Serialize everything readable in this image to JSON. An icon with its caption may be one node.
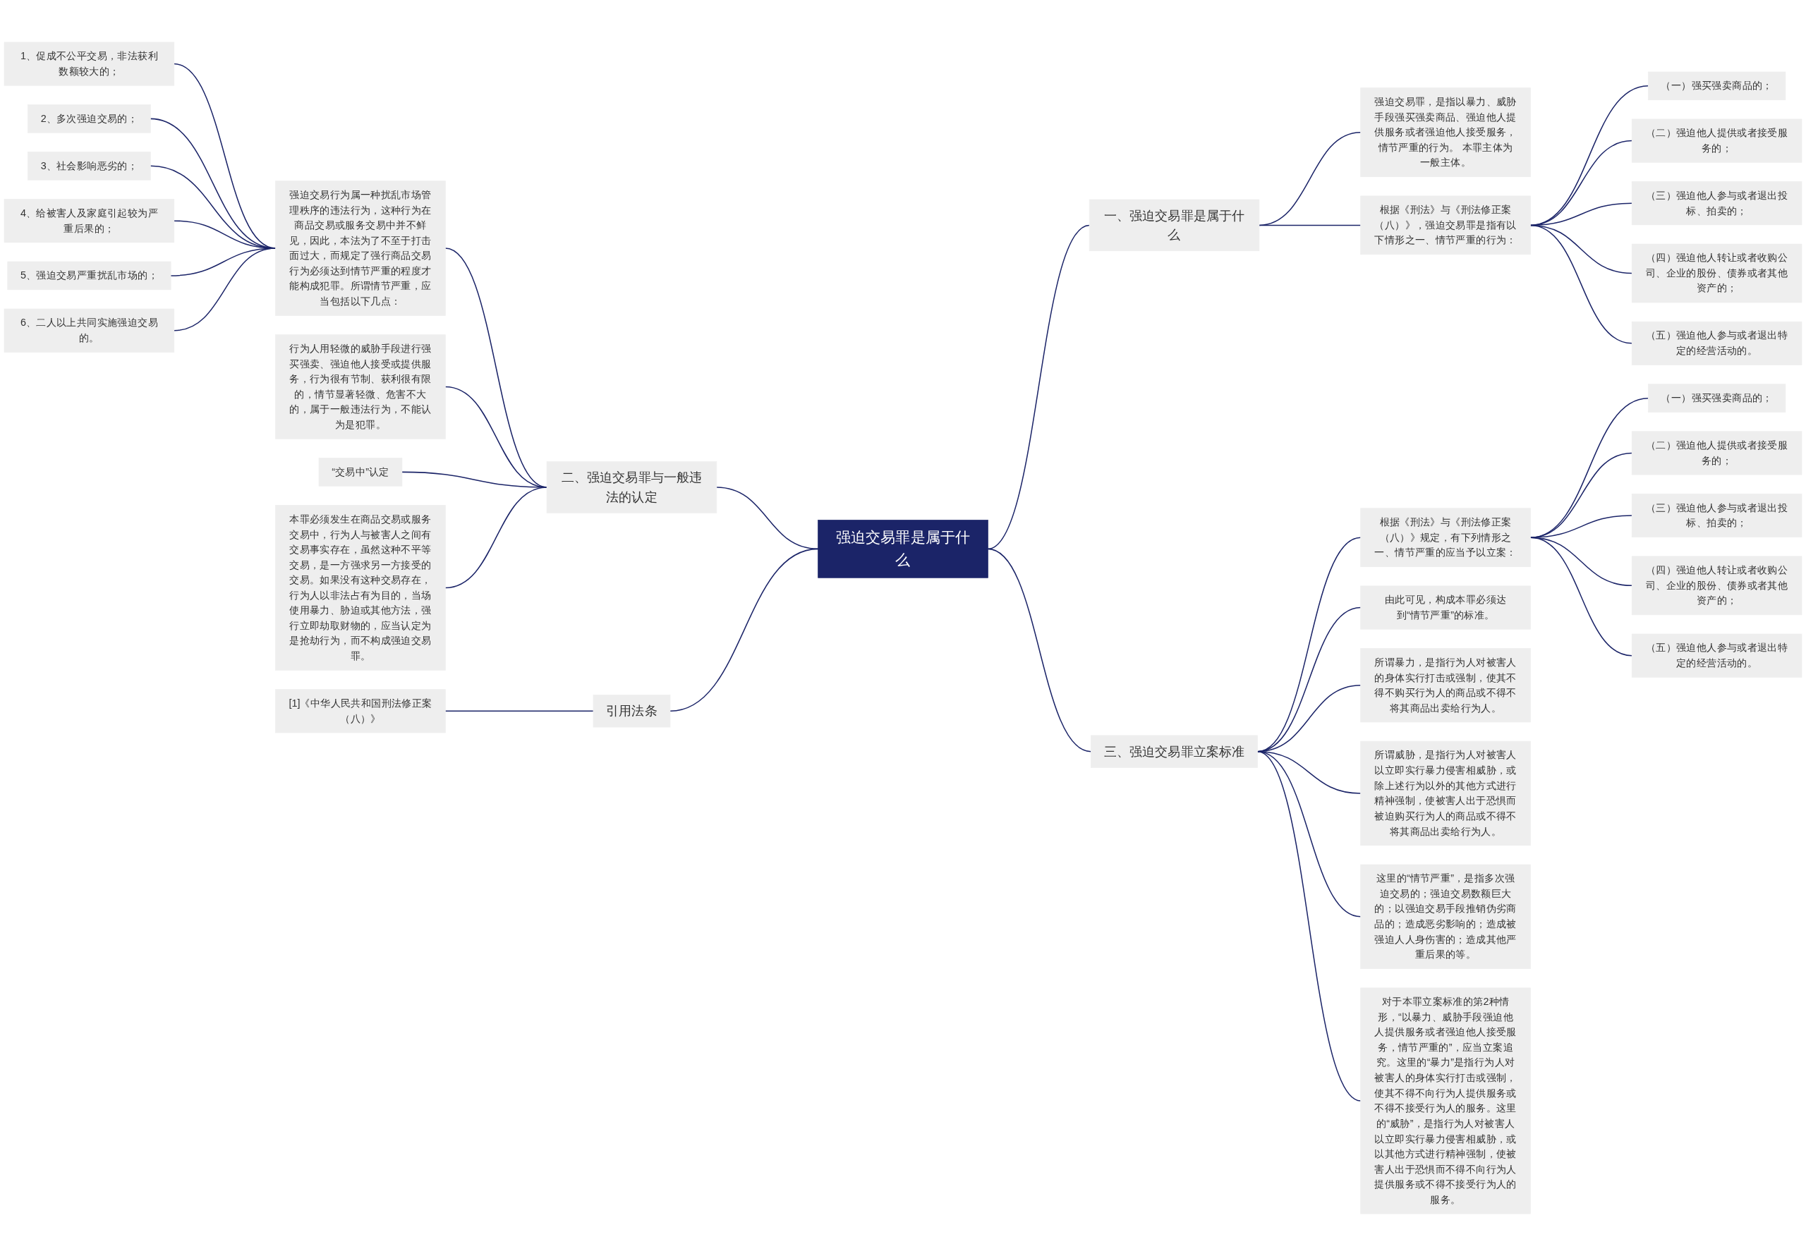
{
  "diagram": {
    "nodes": [
      {
        "text": [
          "强迫交易罪是属于什么"
        ]
      },
      {
        "text": [
          "一、强迫交易罪是属于什么"
        ]
      },
      {
        "text": [
          "强迫交易罪，是指以暴力、威胁手段强买强卖商品、强迫他人提供服务或者强迫他人接受服务，情节严重的行为。 本罪主体为一般主体。"
        ]
      },
      {
        "text": [
          "根据《刑法》与《刑法修正案（八）》，强迫交易罪是指有以下情形之一、情节严重的行为："
        ]
      },
      {
        "text": [
          "（一）强买强卖商品的；"
        ]
      },
      {
        "text": [
          "（二）强迫他人提供或者接受服务的；"
        ]
      },
      {
        "text": [
          "（三）强迫他人参与或者退出投标、拍卖的；"
        ]
      },
      {
        "text": [
          "（四）强迫他人转让或者收购公司、企业的股份、债券或者其他资产的；"
        ]
      },
      {
        "text": [
          "（五）强迫他人参与或者退出特定的经营活动的。"
        ]
      },
      {
        "text": [
          "二、强迫交易罪与一般违法的认定"
        ]
      },
      {
        "text": [
          "强迫交易行为属一种扰乱市场管理秩序的违法行为，这种行为在商品交易或服务交易中并不鲜见，因此，本法为了不至于打击面过大，而规定了强行商品交易行为必须达到情节严重的程度才能构成犯罪。所谓情节严重，应当包括以下几点："
        ]
      },
      {
        "text": [
          "1、促成不公平交易，非法获利数额较大的；"
        ]
      },
      {
        "text": [
          "2、多次强迫交易的；"
        ]
      },
      {
        "text": [
          "3、社会影响恶劣的；"
        ]
      },
      {
        "text": [
          "4、给被害人及家庭引起较为严重后果的；"
        ]
      },
      {
        "text": [
          "5、强迫交易严重扰乱市场的；"
        ]
      },
      {
        "text": [
          "6、二人以上共同实施强迫交易的。"
        ]
      },
      {
        "text": [
          "行为人用轻微的威胁手段进行强买强卖、强迫他人接受或提供服务，行为很有节制、获利很有限的，情节显著轻微、危害不大的，属于一般违法行为，不能认为是犯罪。"
        ]
      },
      {
        "text": [
          "“交易中”认定"
        ]
      },
      {
        "text": [
          "本罪必须发生在商品交易或服务交易中，行为人与被害人之间有交易事实存在，虽然这种不平等交易，是一方强求另一方接受的交易。如果没有这种交易存在，行为人以非法占有为目的，当场使用暴力、胁迫或其他方法，强行立即劫取财物的，应当认定为是抢劫行为，而不构成强迫交易罪。"
        ]
      },
      {
        "text": [
          "引用法条"
        ]
      },
      {
        "text": [
          "[1]《中华人民共和国刑法修正案（八）》"
        ]
      },
      {
        "text": [
          "三、强迫交易罪立案标准"
        ]
      },
      {
        "text": [
          "根据《刑法》与《刑法修正案（八）》规定，有下列情形之一、情节严重的应当予以立案："
        ]
      },
      {
        "text": [
          "（一）强买强卖商品的；"
        ]
      },
      {
        "text": [
          "（二）强迫他人提供或者接受服务的；"
        ]
      },
      {
        "text": [
          "（三）强迫他人参与或者退出投标、拍卖的；"
        ]
      },
      {
        "text": [
          "（四）强迫他人转让或者收购公司、企业的股份、债券或者其他资产的；"
        ]
      },
      {
        "text": [
          "（五）强迫他人参与或者退出特定的经营活动的。"
        ]
      },
      {
        "text": [
          "由此可见，构成本罪必须达到“情节严重”的标准。"
        ]
      },
      {
        "text": [
          "所谓暴力，是指行为人对被害人的身体实行打击或强制，使其不得不购买行为人的商品或不得不将其商品出卖给行为人。"
        ]
      },
      {
        "text": [
          "所谓威胁，是指行为人对被害人以立即实行暴力侵害相威胁，或除上述行为以外的其他方式进行精神强制，使被害人出于恐惧而被迫购买行为人的商品或不得不将其商品出卖给行为人。"
        ]
      },
      {
        "text": [
          "这里的“情节严重”，是指多次强迫交易的；强迫交易数额巨大的；以强迫交易手段推销伪劣商品的；造成恶劣影响的；造成被强迫人人身伤害的；造成其他严重后果的等。"
        ]
      },
      {
        "text": [
          "对于本罪立案标准的第2种情形，“以暴力、威胁手段强迫他人提供服务或者强迫他人接受服务，情节严重的”，应当立案追究。这里的“暴力”是指行为人对被害人的身体实行打击或强制，使其不得不向行为人提供服务或不得不接受行为人的服务。这里的“威胁”，是指行为人对被害人以立即实行暴力侵害相威胁，或以其他方式进行精神强制，使被害人出于恐惧而不得不向行为人提供服务或不得不接受行为人的服务。"
        ]
      }
    ],
    "edges": [
      {
        "from": 0,
        "to": 1,
        "arrow": "none"
      },
      {
        "from": 1,
        "to": 2,
        "arrow": "none"
      },
      {
        "from": 1,
        "to": 3,
        "arrow": "none"
      },
      {
        "from": 3,
        "to": 4,
        "arrow": "none"
      },
      {
        "from": 3,
        "to": 5,
        "arrow": "none"
      },
      {
        "from": 3,
        "to": 6,
        "arrow": "none"
      },
      {
        "from": 3,
        "to": 7,
        "arrow": "none"
      },
      {
        "from": 3,
        "to": 8,
        "arrow": "none"
      },
      {
        "from": 9,
        "to": 0,
        "arrow": "none"
      },
      {
        "from": 10,
        "to": 9,
        "arrow": "none"
      },
      {
        "from": 11,
        "to": 10,
        "arrow": "none"
      },
      {
        "from": 12,
        "to": 10,
        "arrow": "none"
      },
      {
        "from": 13,
        "to": 10,
        "arrow": "none"
      },
      {
        "from": 14,
        "to": 10,
        "arrow": "none"
      },
      {
        "from": 15,
        "to": 10,
        "arrow": "none"
      },
      {
        "from": 16,
        "to": 10,
        "arrow": "none"
      },
      {
        "from": 17,
        "to": 9,
        "arrow": "none"
      },
      {
        "from": 18,
        "to": 9,
        "arrow": "none"
      },
      {
        "from": 19,
        "to": 9,
        "arrow": "none"
      },
      {
        "from": 20,
        "to": 0,
        "arrow": "none"
      },
      {
        "from": 21,
        "to": 20,
        "arrow": "none"
      },
      {
        "from": 0,
        "to": 22,
        "arrow": "none"
      },
      {
        "from": 22,
        "to": 23,
        "arrow": "none"
      },
      {
        "from": 23,
        "to": 24,
        "arrow": "none"
      },
      {
        "from": 23,
        "to": 25,
        "arrow": "none"
      },
      {
        "from": 23,
        "to": 26,
        "arrow": "none"
      },
      {
        "from": 23,
        "to": 27,
        "arrow": "none"
      },
      {
        "from": 23,
        "to": 28,
        "arrow": "none"
      },
      {
        "from": 22,
        "to": 29,
        "arrow": "none"
      },
      {
        "from": 22,
        "to": 30,
        "arrow": "none"
      },
      {
        "from": 22,
        "to": 31,
        "arrow": "none"
      },
      {
        "from": 22,
        "to": 32,
        "arrow": "none"
      },
      {
        "from": 22,
        "to": 33,
        "arrow": "none"
      }
    ]
  }
}
